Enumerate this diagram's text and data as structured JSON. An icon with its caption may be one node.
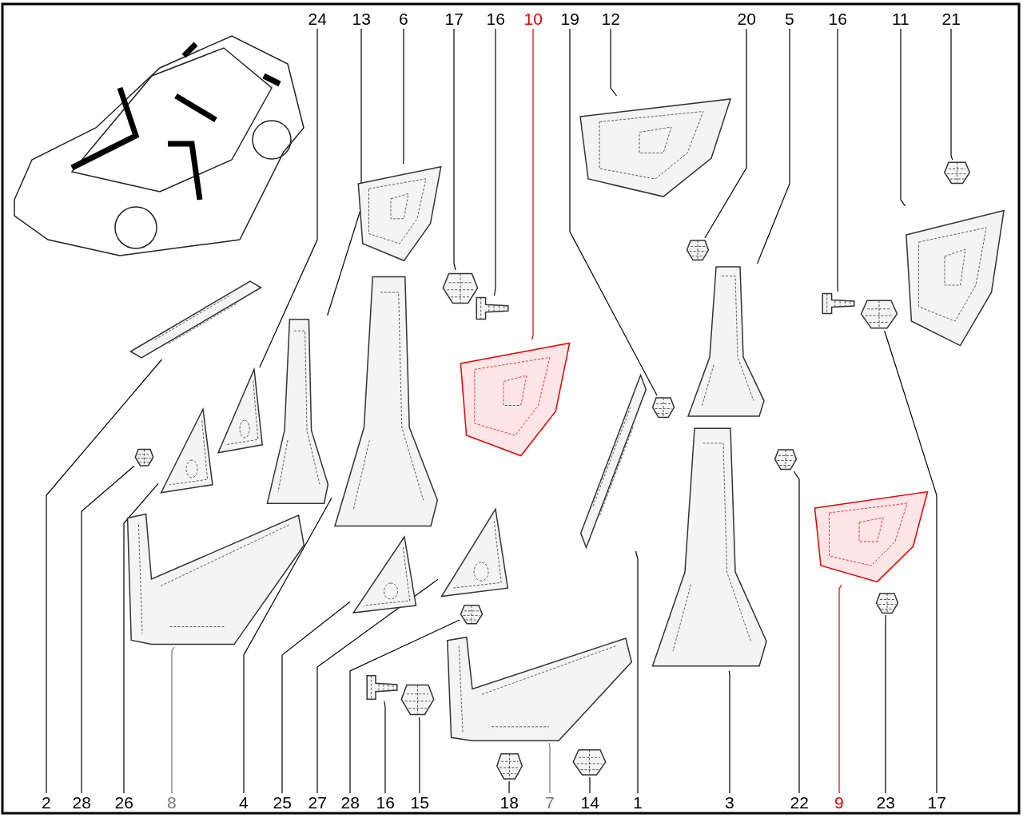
{
  "diagram": {
    "nodes": [
      {
        "text": [
          "24"
        ]
      },
      {
        "text": [
          "13"
        ]
      },
      {
        "text": [
          "6"
        ]
      },
      {
        "text": [
          "17"
        ]
      },
      {
        "text": [
          "16"
        ]
      },
      {
        "text": [
          "10"
        ]
      },
      {
        "text": [
          "19"
        ]
      },
      {
        "text": [
          "12"
        ]
      },
      {
        "text": [
          "20"
        ]
      },
      {
        "text": [
          "5"
        ]
      },
      {
        "text": [
          "16"
        ]
      },
      {
        "text": [
          "11"
        ]
      },
      {
        "text": [
          "21"
        ]
      },
      {
        "text": [
          "2"
        ]
      },
      {
        "text": [
          "28"
        ]
      },
      {
        "text": [
          "26"
        ]
      },
      {
        "text": [
          "8"
        ]
      },
      {
        "text": [
          "4"
        ]
      },
      {
        "text": [
          "25"
        ]
      },
      {
        "text": [
          "27"
        ]
      },
      {
        "text": [
          "28"
        ]
      },
      {
        "text": [
          "16"
        ]
      },
      {
        "text": [
          "15"
        ]
      },
      {
        "text": [
          "18"
        ]
      },
      {
        "text": [
          "7"
        ]
      },
      {
        "text": [
          "14"
        ]
      },
      {
        "text": [
          "1"
        ]
      },
      {
        "text": [
          "3"
        ]
      },
      {
        "text": [
          "22"
        ]
      },
      {
        "text": [
          "9"
        ]
      },
      {
        "text": [
          "23"
        ]
      },
      {
        "text": [
          "17"
        ]
      },
      {
        "text": [],
        "shape": "picture"
      },
      {
        "text": [],
        "shape": "picture"
      },
      {
        "text": [],
        "shape": "picture"
      },
      {
        "text": [],
        "shape": "picture"
      },
      {
        "text": [],
        "shape": "picture"
      },
      {
        "text": [],
        "shape": "picture"
      },
      {
        "text": [],
        "shape": "picture"
      },
      {
        "text": [],
        "shape": "picture"
      },
      {
        "text": [],
        "shape": "picture"
      },
      {
        "text": [],
        "shape": "picture"
      },
      {
        "text": [],
        "shape": "picture"
      },
      {
        "text": [],
        "shape": "picture"
      },
      {
        "text": [],
        "shape": "picture"
      },
      {
        "text": [],
        "shape": "picture"
      },
      {
        "text": [],
        "shape": "picture"
      },
      {
        "text": [],
        "shape": "picture"
      },
      {
        "text": [],
        "shape": "picture"
      },
      {
        "text": [],
        "shape": "picture"
      },
      {
        "text": [],
        "shape": "picture"
      },
      {
        "text": [],
        "shape": "picture"
      },
      {
        "text": [],
        "shape": "picture"
      },
      {
        "text": [],
        "shape": "picture"
      },
      {
        "text": [],
        "shape": "picture"
      },
      {
        "text": [],
        "shape": "picture"
      },
      {
        "text": [],
        "shape": "picture"
      },
      {
        "text": [],
        "shape": "picture"
      },
      {
        "text": [],
        "shape": "picture"
      },
      {
        "text": [],
        "shape": "picture"
      },
      {
        "text": [],
        "shape": "picture"
      },
      {
        "text": [],
        "shape": "picture"
      },
      {
        "text": [],
        "shape": "picture"
      },
      {
        "text": [],
        "shape": "picture"
      }
    ],
    "edges": [
      {
        "from": 0,
        "to": 32,
        "arrow": "none"
      },
      {
        "from": 1,
        "to": 33,
        "arrow": "none"
      },
      {
        "from": 2,
        "to": 34,
        "arrow": "none"
      },
      {
        "from": 3,
        "to": 35,
        "arrow": "none"
      },
      {
        "from": 4,
        "to": 36,
        "arrow": "none"
      },
      {
        "from": 5,
        "to": 37,
        "arrow": "none",
        "color": "#e00000"
      },
      {
        "from": 6,
        "to": 38,
        "arrow": "none"
      },
      {
        "from": 7,
        "to": 39,
        "arrow": "none"
      },
      {
        "from": 8,
        "to": 40,
        "arrow": "none"
      },
      {
        "from": 9,
        "to": 41,
        "arrow": "none"
      },
      {
        "from": 10,
        "to": 42,
        "arrow": "none"
      },
      {
        "from": 11,
        "to": 43,
        "arrow": "none"
      },
      {
        "from": 12,
        "to": 44,
        "arrow": "none"
      },
      {
        "from": 13,
        "to": 45,
        "arrow": "none"
      },
      {
        "from": 14,
        "to": 46,
        "arrow": "none"
      },
      {
        "from": 15,
        "to": 47,
        "arrow": "none"
      },
      {
        "from": 16,
        "to": 48,
        "arrow": "none",
        "color": "#777777"
      },
      {
        "from": 17,
        "to": 49,
        "arrow": "none"
      },
      {
        "from": 18,
        "to": 50,
        "arrow": "none"
      },
      {
        "from": 19,
        "to": 51,
        "arrow": "none"
      },
      {
        "from": 20,
        "to": 52,
        "arrow": "none"
      },
      {
        "from": 21,
        "to": 53,
        "arrow": "none"
      },
      {
        "from": 22,
        "to": 54,
        "arrow": "none"
      },
      {
        "from": 23,
        "to": 55,
        "arrow": "none"
      },
      {
        "from": 24,
        "to": 56,
        "arrow": "none",
        "color": "#777777"
      },
      {
        "from": 25,
        "to": 57,
        "arrow": "none"
      },
      {
        "from": 26,
        "to": 58,
        "arrow": "none"
      },
      {
        "from": 27,
        "to": 59,
        "arrow": "none"
      },
      {
        "from": 28,
        "to": 60,
        "arrow": "none"
      },
      {
        "from": 29,
        "to": 61,
        "arrow": "none",
        "color": "#e00000"
      },
      {
        "from": 30,
        "to": 62,
        "arrow": "none"
      },
      {
        "from": 31,
        "to": 63,
        "arrow": "none"
      }
    ]
  }
}
